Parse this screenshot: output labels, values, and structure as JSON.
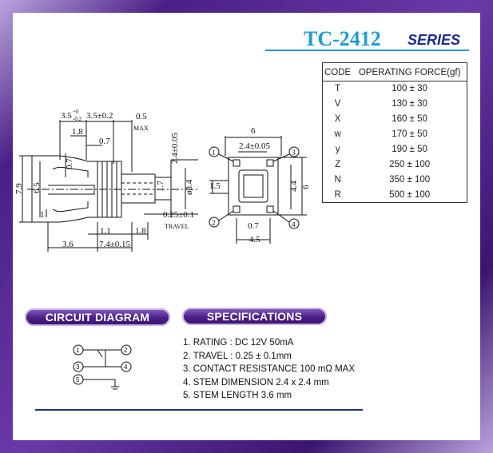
{
  "header": {
    "title": "TC-2412",
    "series": "SERIES"
  },
  "force_table": {
    "headers": {
      "code": "CODE",
      "force": "OPERATING FORCE(gf)"
    },
    "rows": [
      {
        "code": "T",
        "force": "100 ± 30"
      },
      {
        "code": "V",
        "force": "130 ± 30"
      },
      {
        "code": "X",
        "force": "160 ± 50"
      },
      {
        "code": "w",
        "force": "170 ± 50"
      },
      {
        "code": "y",
        "force": "190 ± 50"
      },
      {
        "code": "Z",
        "force": "250 ± 100"
      },
      {
        "code": "N",
        "force": "350 ± 100"
      },
      {
        "code": "R",
        "force": "500 ± 100"
      }
    ]
  },
  "side_view": {
    "dim_top_1": "3.5",
    "dim_top_1_tol_plus": "+0",
    "dim_top_1_tol_minus": "-0.2",
    "dim_top_2": "3.5±0.2",
    "dim_top_3": "0.5",
    "dim_max": "MAX",
    "dim_1_8_top": "1.8",
    "dim_0_7_top": "0.7",
    "dim_2_4": "2.4±0.05",
    "dim_7_9": "7.9",
    "dim_6_5": "6.5",
    "dim_1": "1",
    "dim_0_7_left": "0.7",
    "dim_1_7": "1.7",
    "dim_3_4": "ø3.4",
    "dim_0_25": "0.25±0.1",
    "travel": "TRAVEL",
    "dim_1_1": "1.1",
    "dim_1_8_bottom": "1.8",
    "dim_3_6": "3.6",
    "dim_7_4": "7.4±0.15"
  },
  "top_view": {
    "dim_6": "6",
    "dim_2_4": "2.4±0.05",
    "dim_1_5": "1.5",
    "dim_4_4": "4.4",
    "dim_6_right": "6",
    "dim_0_7": "0.7",
    "dim_4_5": "4.5",
    "pin1": "1",
    "pin2": "2",
    "pin3": "3",
    "pin4": "4"
  },
  "circuit": {
    "label": "CIRCUIT DIAGRAM",
    "pins": [
      "1",
      "2",
      "3",
      "4",
      "5"
    ]
  },
  "specifications": {
    "label": "SPECIFICATIONS",
    "items": [
      "1. RATING : DC 12V  50mA",
      "2. TRAVEL : 0.25 ± 0.1mm",
      "3. CONTACT RESISTANCE 100 mΩ MAX",
      "4. STEM  DIMENSION 2.4 x 2.4 mm",
      "5. STEM  LENGTH 3.6 mm"
    ]
  }
}
